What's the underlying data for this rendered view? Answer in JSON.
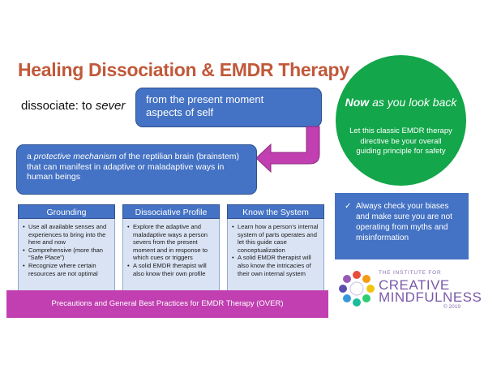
{
  "title": "Healing Dissociation & EMDR Therapy",
  "definition": {
    "prefix": "dissociate: to ",
    "word": "sever"
  },
  "top_box": {
    "line1": "from the present moment",
    "line2": "aspects of self"
  },
  "mid_box": {
    "prefix": "a ",
    "emphasis": "protective mechanism",
    "rest": " of the reptilian brain (brainstem) that can manifest in adaptive or maladaptive ways in human beings"
  },
  "circle": {
    "now": "Now",
    "rest": " as you look back",
    "sub": "Let this classic EMDR therapy directive be your overall guiding principle for safety"
  },
  "bias_box": {
    "check": "✓",
    "text": "Always check your biases and make sure you are not operating from myths and misinformation"
  },
  "columns": [
    {
      "heading": "Grounding",
      "items": [
        "Use all available senses and experiences to bring into the here and now",
        "Comprehensive (more than “Safe Place”)",
        "Recognize where certain resources are not optimal"
      ]
    },
    {
      "heading": "Dissociative Profile",
      "items": [
        "Explore the adaptive and maladaptive ways a person severs from the present moment and in response to which cues or triggers",
        "A solid EMDR therapist will also know their own profile"
      ]
    },
    {
      "heading": "Know the System",
      "items": [
        "Learn how a person’s internal system of parts operates and let this guide case conceptualization",
        "A solid EMDR therapist will also know the intricacies of their own internal system"
      ]
    }
  ],
  "bottom_bar": "Precautions and General Best Practices for EMDR Therapy (OVER)",
  "logo": {
    "line1": "THE INSTITUTE FOR",
    "line2": "CREATIVE",
    "line3": "MINDFULNESS",
    "copyright": "© 2019"
  },
  "colors": {
    "title": "#c0593a",
    "box_blue": "#4472c4",
    "circle_green": "#13a64a",
    "magenta": "#c13fb0",
    "column_body": "#dae3f3"
  }
}
